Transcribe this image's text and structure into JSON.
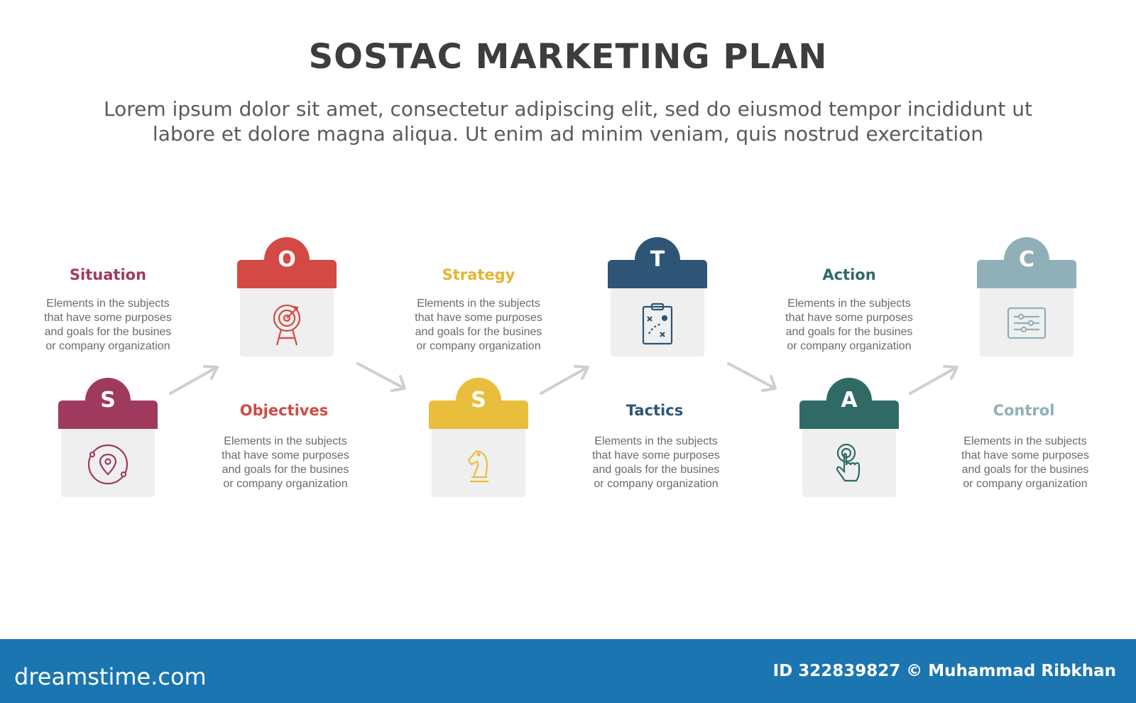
{
  "header": {
    "title": "SOSTAC MARKETING PLAN",
    "subtitle_line1": "Lorem ipsum dolor sit amet, consectetur adipiscing elit, sed do eiusmod tempor incididunt ut",
    "subtitle_line2": "labore et dolore magna aliqua. Ut enim ad minim veniam, quis nostrud exercitation"
  },
  "steps": [
    {
      "letter": "S",
      "label": "Situation",
      "color": "#a0395e",
      "icon": "location-pin-orbit-icon",
      "desc": [
        "Elements in the subjects",
        "that have some purposes",
        "and goals for the  busines",
        "or company organization"
      ]
    },
    {
      "letter": "O",
      "label": "Objectives",
      "color": "#d24a43",
      "icon": "target-archery-icon",
      "desc": [
        "Elements in the subjects",
        "that have some purposes",
        "and goals for the  busines",
        "or company organization"
      ]
    },
    {
      "letter": "S",
      "label": "Strategy",
      "color": "#e9be3c",
      "icon": "chess-knight-icon",
      "desc": [
        "Elements in the subjects",
        "that have some purposes",
        "and goals for the  busines",
        "or company organization"
      ]
    },
    {
      "letter": "T",
      "label": "Tactics",
      "color": "#2e5576",
      "icon": "clipboard-tactics-icon",
      "desc": [
        "Elements in the subjects",
        "that have some purposes",
        "and goals for the  busines",
        "or company organization"
      ]
    },
    {
      "letter": "A",
      "label": "Action",
      "color": "#2f6a66",
      "icon": "hand-tap-icon",
      "desc": [
        "Elements in the subjects",
        "that have some purposes",
        "and goals for the  busines",
        "or company organization"
      ]
    },
    {
      "letter": "C",
      "label": "Control",
      "color": "#8fb0b8",
      "icon": "sliders-control-icon",
      "desc": [
        "Elements in the subjects",
        "that have some purposes",
        "and goals for the  busines",
        "or company organization"
      ]
    }
  ],
  "footer": {
    "brand": "dreamstime.com",
    "credit": "ID 322839827 © Muhammad Ribkhan"
  }
}
